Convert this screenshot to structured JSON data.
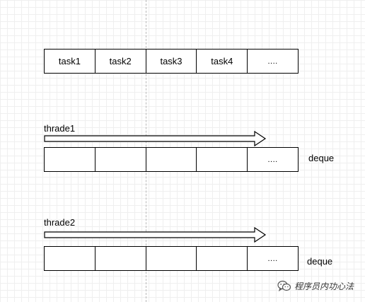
{
  "tasks_row": {
    "cells": [
      "task1",
      "task2",
      "task3",
      "task4",
      "...."
    ]
  },
  "thread1": {
    "label": "thrade1",
    "cells": [
      "",
      "",
      "",
      "",
      "...."
    ],
    "deque_label": "deque"
  },
  "thread2": {
    "label": "thrade2",
    "cells": [
      "",
      "",
      "",
      "",
      "...."
    ],
    "deque_label": "deque"
  },
  "watermark": {
    "text": "程序员内功心法",
    "icon": "wechat-icon"
  },
  "colors": {
    "stroke": "#000000",
    "grid": "#efefef",
    "guide": "#b9b9b9"
  }
}
